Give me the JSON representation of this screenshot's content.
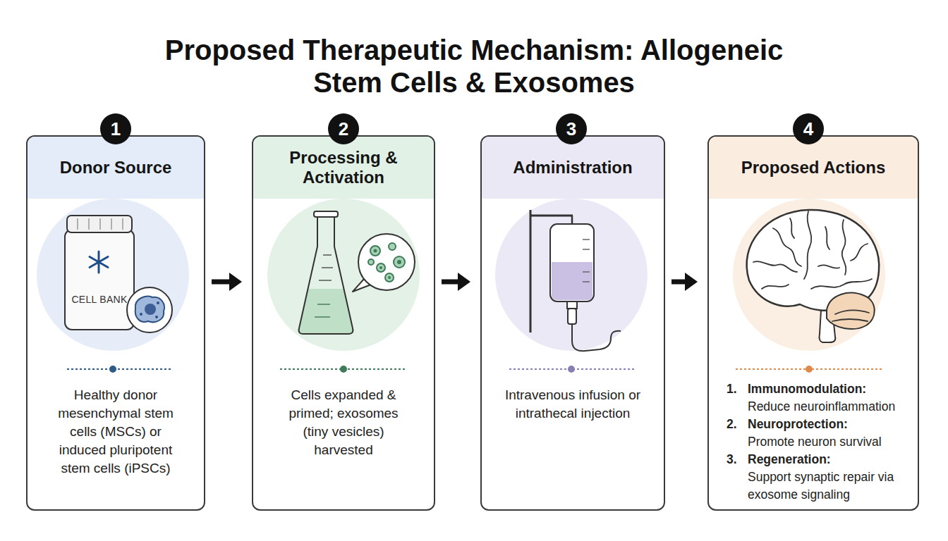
{
  "diagram": {
    "title": "Proposed Therapeutic Mechanism: Allogeneic Stem Cells & Exosomes",
    "nodes": [
      {
        "text": [
          "1"
        ]
      },
      {
        "text": [
          "Donor Source",
          "Healthy donor mesenchymal stem cells (MSCs) or induced pluripotent stem cells (iPSCs)"
        ]
      },
      {
        "text": [
          "2"
        ]
      },
      {
        "text": [
          "Processing & Activation",
          "Cells expanded & primed; exosomes (tiny vesicles) harvested"
        ]
      },
      {
        "text": [
          "3"
        ]
      },
      {
        "text": [
          "Administration",
          "Intravenous infusion or intrathecal injection"
        ]
      },
      {
        "text": [
          "4"
        ]
      },
      {
        "text": [
          "Proposed Actions",
          "1.",
          "Immunomodulation:",
          "Reduce neuroinflammation",
          "2.",
          "Neuroprotection:",
          "Promote neuron survival",
          "3.",
          "Regeneration:",
          "Support synaptic repair via exosome signaling"
        ]
      }
    ],
    "edges": [
      {
        "from": 1,
        "to": 3,
        "arrow": "to"
      },
      {
        "from": 3,
        "to": 5,
        "arrow": "to"
      },
      {
        "from": 5,
        "to": 7,
        "arrow": "to"
      }
    ],
    "labels": [
      "CELL BANK"
    ]
  }
}
